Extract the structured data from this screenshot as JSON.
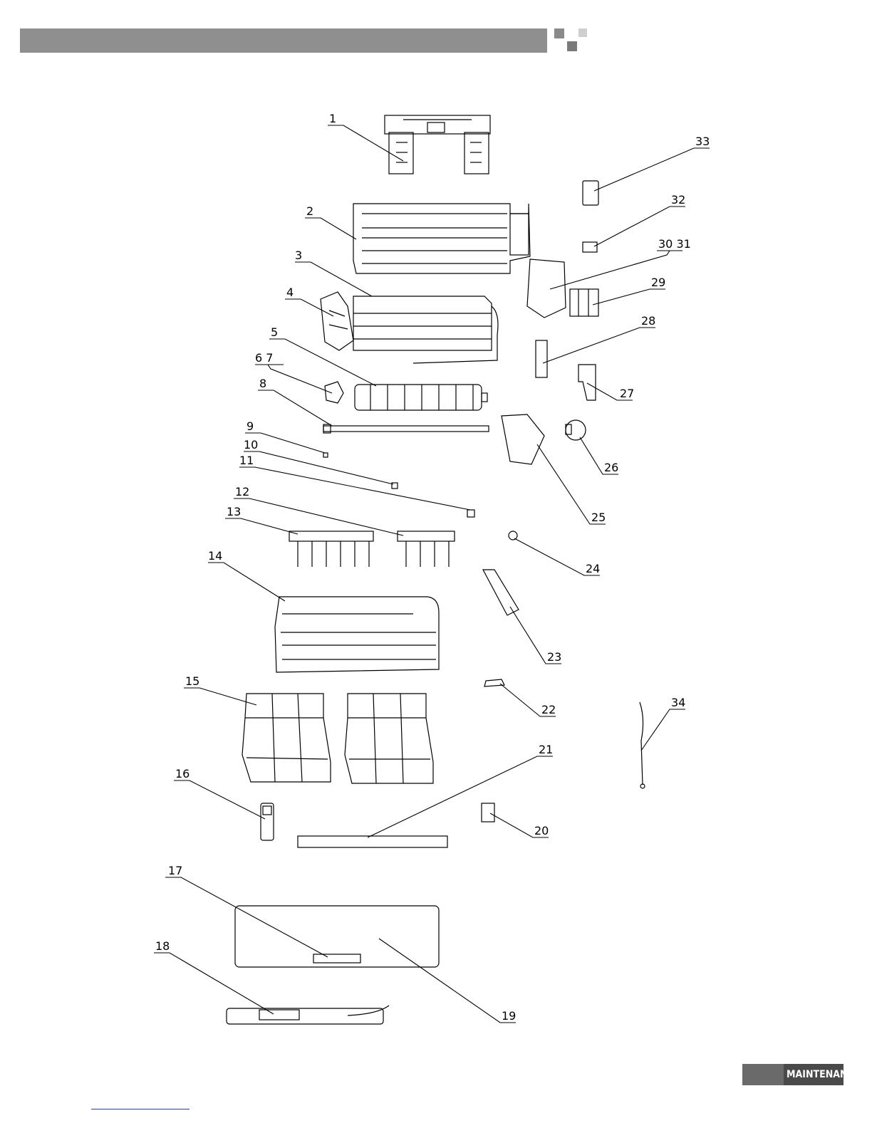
{
  "header": {
    "bar_color": "#8f8f8f"
  },
  "callouts": [
    {
      "id": "1",
      "text": "1"
    },
    {
      "id": "2",
      "text": "2"
    },
    {
      "id": "3",
      "text": "3"
    },
    {
      "id": "4",
      "text": "4"
    },
    {
      "id": "5",
      "text": "5"
    },
    {
      "id": "6-7",
      "text": "6 7"
    },
    {
      "id": "8",
      "text": "8"
    },
    {
      "id": "9",
      "text": "9"
    },
    {
      "id": "10",
      "text": "10"
    },
    {
      "id": "11",
      "text": "11"
    },
    {
      "id": "12",
      "text": "12"
    },
    {
      "id": "13",
      "text": "13"
    },
    {
      "id": "14",
      "text": "14"
    },
    {
      "id": "15",
      "text": "15"
    },
    {
      "id": "16",
      "text": "16"
    },
    {
      "id": "17",
      "text": "17"
    },
    {
      "id": "18",
      "text": "18"
    },
    {
      "id": "19",
      "text": "19"
    },
    {
      "id": "20",
      "text": "20"
    },
    {
      "id": "21",
      "text": "21"
    },
    {
      "id": "22",
      "text": "22"
    },
    {
      "id": "23",
      "text": "23"
    },
    {
      "id": "24",
      "text": "24"
    },
    {
      "id": "25",
      "text": "25"
    },
    {
      "id": "26",
      "text": "26"
    },
    {
      "id": "27",
      "text": "27"
    },
    {
      "id": "28",
      "text": "28"
    },
    {
      "id": "29",
      "text": "29"
    },
    {
      "id": "30-31",
      "text": "30 31"
    },
    {
      "id": "32",
      "text": "32"
    },
    {
      "id": "33",
      "text": "33"
    },
    {
      "id": "34",
      "text": "34"
    }
  ],
  "footer": {
    "section_label": "MAINTENANCE"
  }
}
